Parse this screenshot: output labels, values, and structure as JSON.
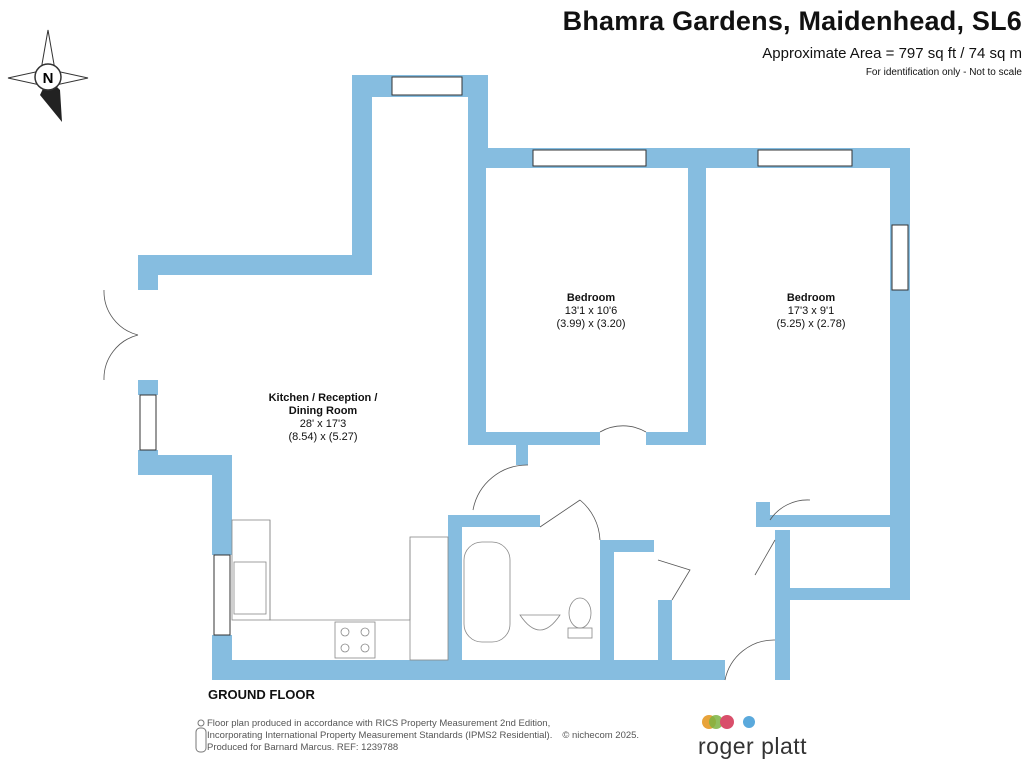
{
  "header": {
    "title": "Bhamra Gardens, Maidenhead, SL6",
    "area": "Approximate Area = 797 sq ft / 74 sq m",
    "disclaimer": "For identification only - Not to scale"
  },
  "compass": {
    "label": "N"
  },
  "rooms": [
    {
      "name": "Kitchen / Reception /",
      "name2": "Dining Room",
      "imperial": "28' x 17'3",
      "metric": "(8.54) x (5.27)"
    },
    {
      "name": "Bedroom",
      "imperial": "13'1 x 10'6",
      "metric": "(3.99) x (3.20)"
    },
    {
      "name": "Bedroom",
      "imperial": "17'3 x 9'1",
      "metric": "(5.25) x (2.78)"
    }
  ],
  "floor_label": "GROUND FLOOR",
  "footer": {
    "line1": "Floor plan produced in accordance with RICS Property Measurement 2nd Edition,",
    "line2": "Incorporating International Property Measurement Standards (IPMS2 Residential).",
    "copyright": "© nichecom 2025.",
    "line3": "Produced for Barnard Marcus.   REF: 1239788"
  },
  "brand": {
    "name": "roger platt",
    "dot_colors": [
      "#e8a33a",
      "#7cb342",
      "#d94f6b",
      "#5aa9dc"
    ]
  },
  "colors": {
    "wall": "#86bde0"
  }
}
